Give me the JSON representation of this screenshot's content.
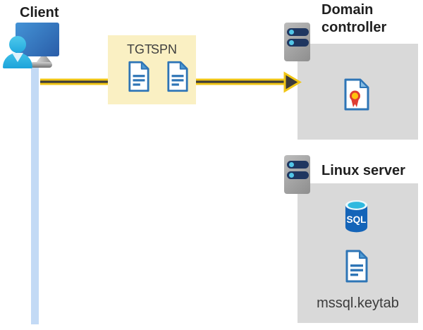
{
  "diagram": {
    "client": {
      "label": "Client"
    },
    "ticket_box": {
      "tgt_label": "TGT",
      "spn_label": "SPN"
    },
    "domain_controller": {
      "title": "Domain controller"
    },
    "linux_server": {
      "title": "Linux server",
      "sql_label": "SQL",
      "keytab_label": "mssql.keytab"
    },
    "colors": {
      "arrow_yellow": "#f0c514",
      "arrow_dark": "#3b3b3b",
      "ticket_box_bg": "#faf0c3",
      "server_box_gray": "#d9d9d9",
      "document_blue": "#2e75b6",
      "document_fold_blue": "#4e9bd4",
      "client_cyan": "#29b6e6",
      "monitor_blue": "#2f6eb4",
      "server_navy": "#1f3660",
      "server_dot_cyan": "#52c6e8",
      "sql_body_blue": "#1464b8",
      "sql_top_cyan": "#2fb9df",
      "certificate_red": "#e03c31",
      "certificate_gold": "#ffc20e",
      "connection_line_blue": "#c3daf5",
      "text_dark": "#1f1f1f"
    }
  }
}
